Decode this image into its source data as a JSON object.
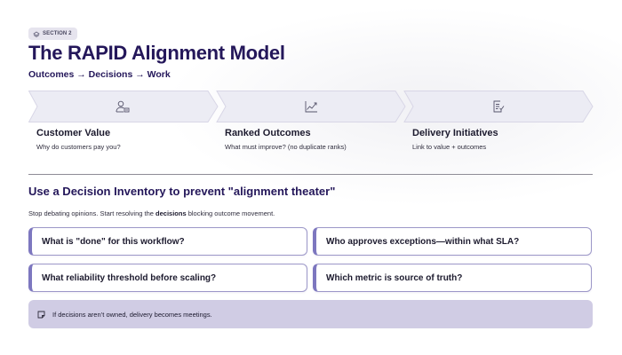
{
  "header": {
    "section_badge": "SECTION 2",
    "section_icon": "layers-icon",
    "title": "The RAPID Alignment Model",
    "subtitle": "Outcomes → Decisions → Work"
  },
  "flow": {
    "steps": [
      {
        "icon": "user-card-icon",
        "title": "Customer Value",
        "description": "Why do customers pay you?"
      },
      {
        "icon": "trend-chart-icon",
        "title": "Ranked Outcomes",
        "description": "What must improve? (no duplicate ranks)"
      },
      {
        "icon": "checklist-doc-icon",
        "title": "Delivery Initiatives",
        "description": "Link to value + outcomes"
      }
    ]
  },
  "decision_inventory": {
    "heading": "Use a Decision Inventory to prevent \"alignment theater\"",
    "lede_before": "Stop debating opinions. Start resolving the ",
    "lede_bold": "decisions",
    "lede_after": " blocking outcome movement.",
    "questions": [
      "What is \"done\" for this workflow?",
      "Who approves exceptions—within what SLA?",
      "What reliability threshold before scaling?",
      "Which metric is source of truth?"
    ]
  },
  "note": {
    "icon": "sticky-note-icon",
    "text": "If decisions aren’t owned, delivery becomes meetings."
  },
  "colors": {
    "title": "#24175a",
    "card_accent": "#7d77bf",
    "card_border": "#9c97c8",
    "note_bg": "#d0cce4",
    "chevron_fill": "#ececf4",
    "chevron_stroke": "#d8d6e6"
  }
}
